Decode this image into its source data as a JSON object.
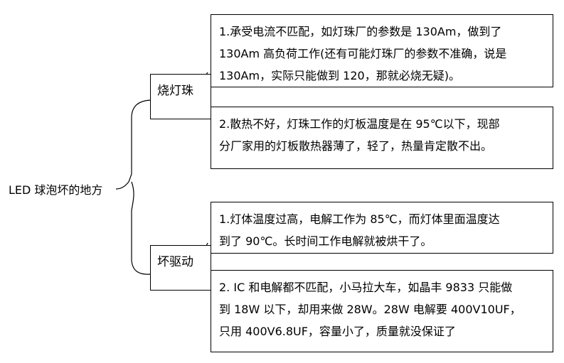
{
  "root": {
    "label": "LED 球泡坏的地方"
  },
  "branches": [
    {
      "label": "烧灯珠",
      "leaves": [
        {
          "text": "1.承受电流不匹配，如灯珠厂的参数是 130Am，做到了\n130Am 高负荷工作(还有可能灯珠厂的参数不准确，说是\n130Am，实际只能做到 120，那就必烧无疑)。"
        },
        {
          "text": "2.散热不好，灯珠工作的灯板温度是在 95℃以下，现部\n分厂家用的灯板散热器薄了，轻了，热量肯定散不出。"
        }
      ]
    },
    {
      "label": "坏驱动",
      "leaves": [
        {
          "text": "1.灯体温度过高，电解工作为 85℃，而灯体里面温度达\n到了 90℃。长时间工作电解就被烘干了。"
        },
        {
          "text": "2. IC 和电解都不匹配，小马拉大车，如晶丰 9833 只能做\n到 18W 以下，却用来做 28W。28W 电解要 400V10UF，\n只用 400V6.8UF，容量小了，质量就没保证了"
        }
      ]
    }
  ]
}
